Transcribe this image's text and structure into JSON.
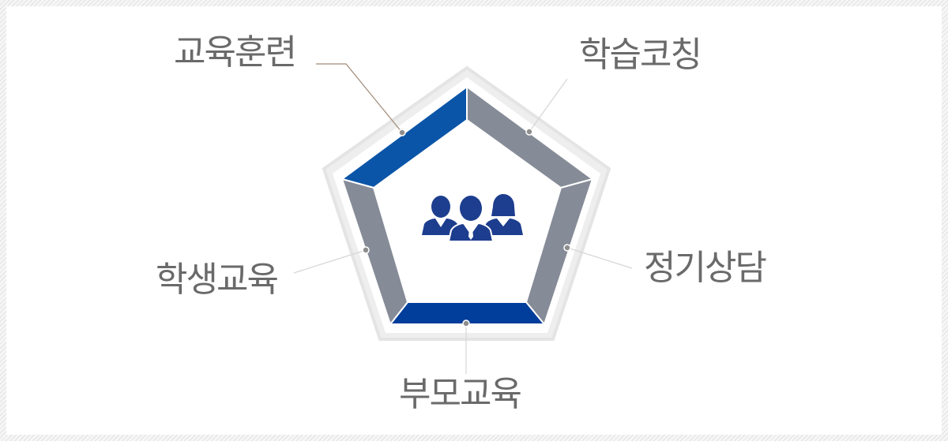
{
  "labels": {
    "training": "교육훈련",
    "coaching": "학습코칭",
    "student_education": "학생교육",
    "regular_counseling": "정기상담",
    "parent_education": "부모교육"
  },
  "colors": {
    "blue_top": "#0a55a8",
    "blue_bottom": "#013e9b",
    "gray_segment": "#858b97",
    "outer_ring": "#e7e7e7",
    "icon": "#1d3e8e",
    "leader_brown": "#a08a78",
    "leader_gray": "#d6d6d6",
    "label_text": "#6a6a6a"
  },
  "icon": "people-group-icon"
}
